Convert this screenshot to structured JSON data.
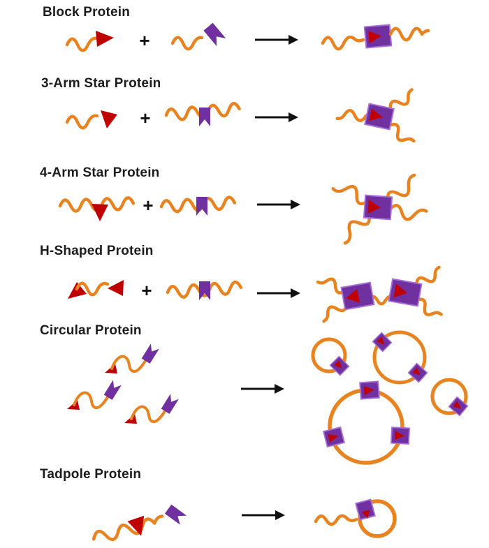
{
  "figure": {
    "rows": [
      {
        "title": "Block Protein",
        "plus": "+"
      },
      {
        "title": "3-Arm Star Protein",
        "plus": "+"
      },
      {
        "title": "4-Arm Star Protein",
        "plus": "+"
      },
      {
        "title": "H-Shaped Protein",
        "plus": "+"
      },
      {
        "title": "Circular Protein"
      },
      {
        "title": "Tadpole Protein"
      }
    ],
    "icons": {
      "chain": "orange-wavy-protein-chain",
      "red_end_group": "red-triangle-reactive-group",
      "purple_end_group": "purple-flag-reactive-group",
      "linker": "purple-square-red-triangle-conjugate",
      "arrow": "reaction-right-arrow"
    },
    "palette": {
      "chain_orange": "#E8831F",
      "reactive_red": "#C00000",
      "linker_purple": "#7030A0",
      "linker_border": "#A66FD6",
      "arrow_black": "#111111",
      "title_text": "#1C1C1C",
      "background": "#FFFFFF"
    }
  }
}
